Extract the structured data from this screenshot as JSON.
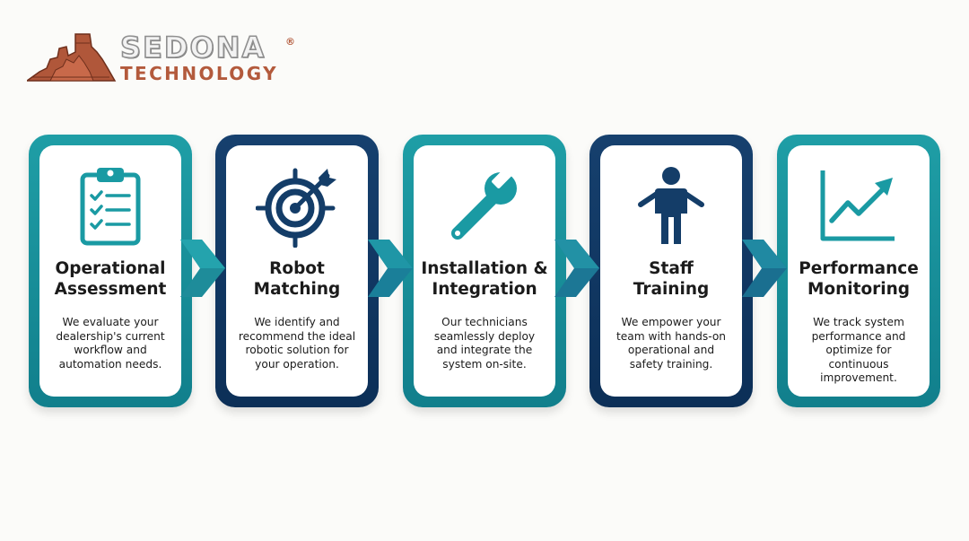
{
  "logo": {
    "line1": "SEDONA",
    "registered": "®",
    "line2": "TECHNOLOGY"
  },
  "colors": {
    "teal": "#1a95a0",
    "navy": "#123a66",
    "brand": "#b35a3c",
    "icon_teal": "#1a9aa3",
    "icon_navy": "#143d68"
  },
  "steps": [
    {
      "title_lines": [
        "Operational",
        "Assessment"
      ],
      "desc_lines": [
        "We evaluate your",
        "dealership's current",
        "workflow and",
        "automation needs."
      ],
      "icon": "clipboard-checklist-icon"
    },
    {
      "title_lines": [
        "Robot",
        "Matching"
      ],
      "desc_lines": [
        "We identify and",
        "recommend the ideal",
        "robotic solution for",
        "your operation."
      ],
      "icon": "target-dart-icon"
    },
    {
      "title_lines": [
        "Installation &",
        "Integration"
      ],
      "desc_lines": [
        "Our technicians",
        "seamlessly deploy",
        "and integrate the",
        "system on-site."
      ],
      "icon": "wrench-icon"
    },
    {
      "title_lines": [
        "Staff",
        "Training"
      ],
      "desc_lines": [
        "We empower your",
        "team with hands-on",
        "operational and",
        "safety training."
      ],
      "icon": "person-icon"
    },
    {
      "title_lines": [
        "Performance",
        "Monitoring"
      ],
      "desc_lines": [
        "We track system",
        "performance and",
        "optimize for",
        "continuous",
        "improvement."
      ],
      "icon": "trend-chart-icon"
    }
  ]
}
